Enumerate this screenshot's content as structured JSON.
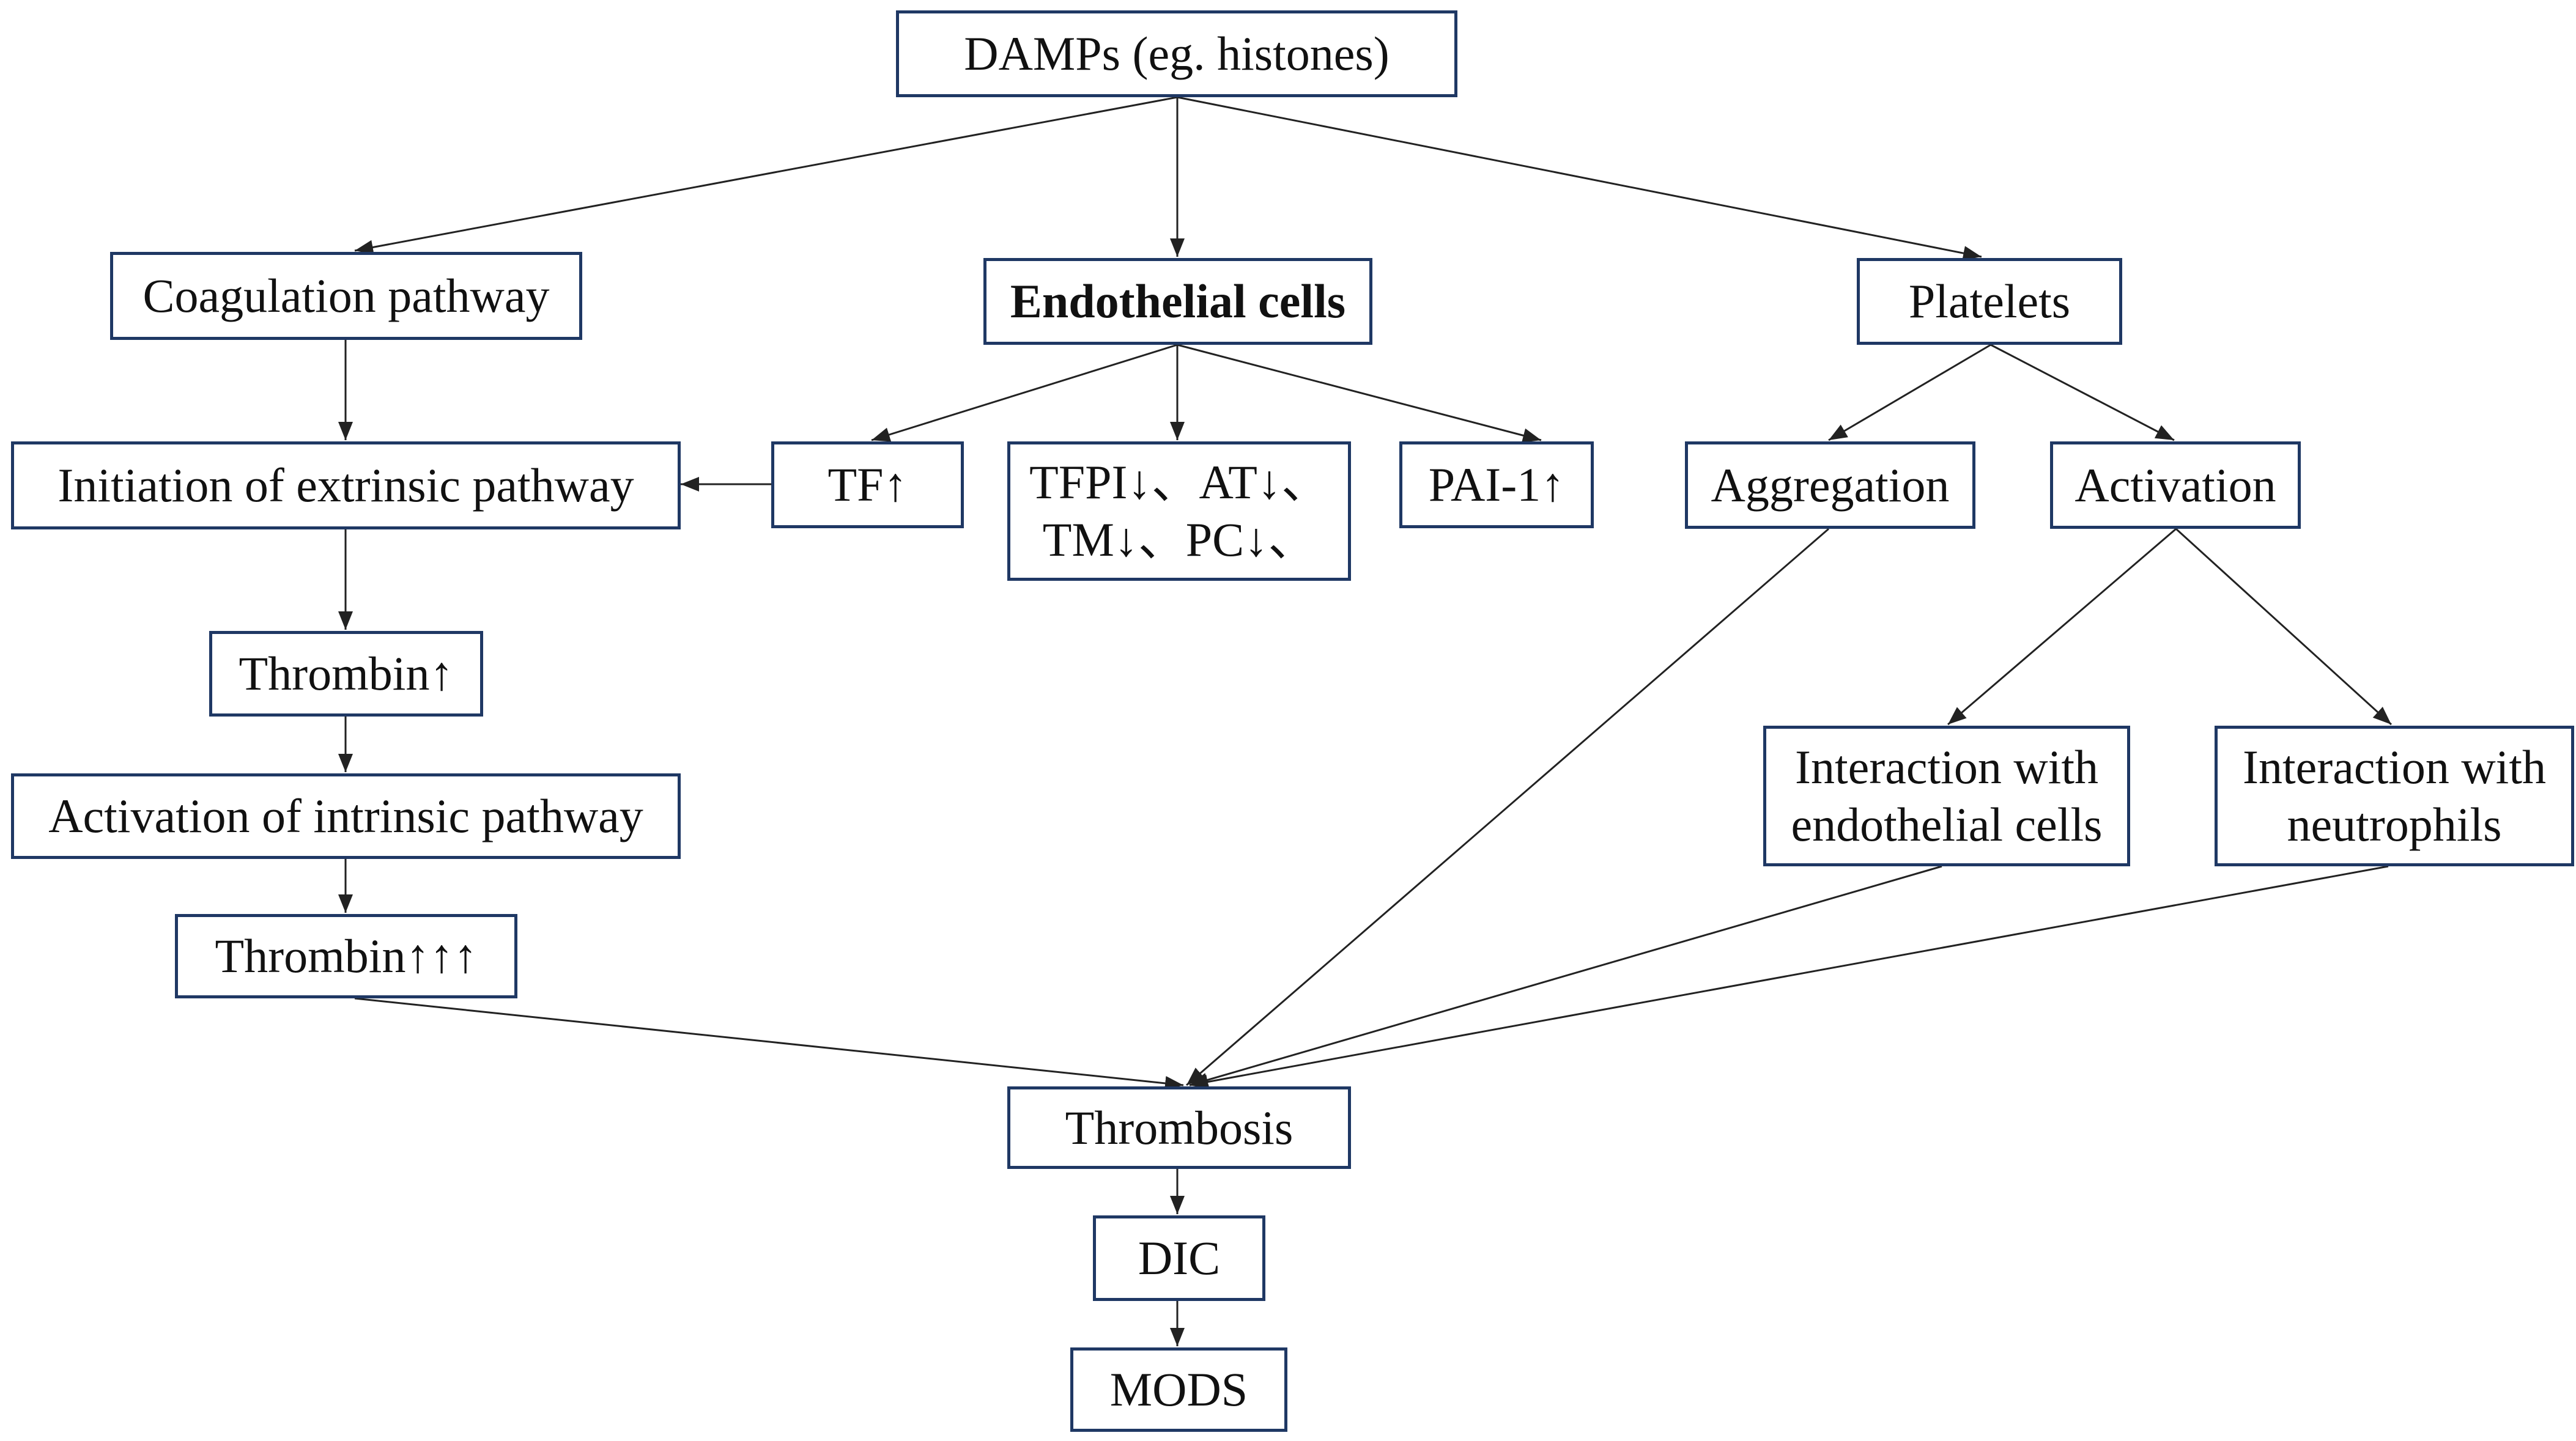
{
  "nodes": {
    "damps": "DAMPs (eg. histones)",
    "coagulation": "Coagulation pathway",
    "endothelial": "Endothelial cells",
    "platelets": "Platelets",
    "extrinsic": "Initiation of extrinsic pathway",
    "tf": "TF↑",
    "tfpi_line1": "TFPI↓、AT↓、",
    "tfpi_line2": "TM↓、PC↓、",
    "pai": "PAI-1↑",
    "aggregation": "Aggregation",
    "activation": "Activation",
    "thrombin1": "Thrombin↑",
    "intrinsic": "Activation of intrinsic pathway",
    "thrombin3": "Thrombin↑↑↑",
    "interact_endo_line1": "Interaction with",
    "interact_endo_line2": "endothelial cells",
    "interact_neutro_line1": "Interaction with",
    "interact_neutro_line2": "neutrophils",
    "thrombosis": "Thrombosis",
    "dic": "DIC",
    "mods": "MODS"
  },
  "colors": {
    "box_border": "#1f3864",
    "arrow": "#222222",
    "text": "#111111"
  }
}
